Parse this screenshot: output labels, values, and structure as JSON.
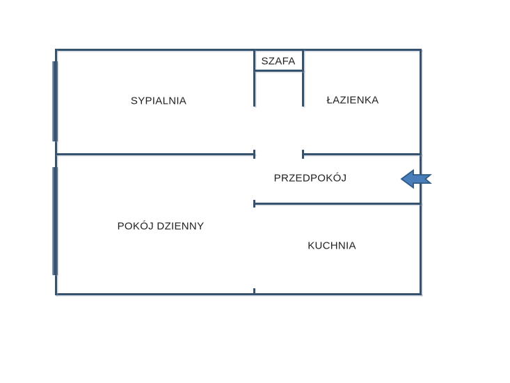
{
  "colors": {
    "background": "#ffffff",
    "wall": "#35536f",
    "text": "#1f1f1f",
    "arrow_fill": "#4a7ebb",
    "arrow_stroke": "#2e5984"
  },
  "rooms": {
    "sypialnia": "SYPIALNIA",
    "szafa": "SZAFA",
    "lazienka": "ŁAZIENKA",
    "przedpokoj": "PRZEDPOKÓJ",
    "pokoj_dzienny": "POKÓJ DZIENNY",
    "kuchnia": "KUCHNIA"
  },
  "entrance": {
    "icon": "left-arrow"
  }
}
